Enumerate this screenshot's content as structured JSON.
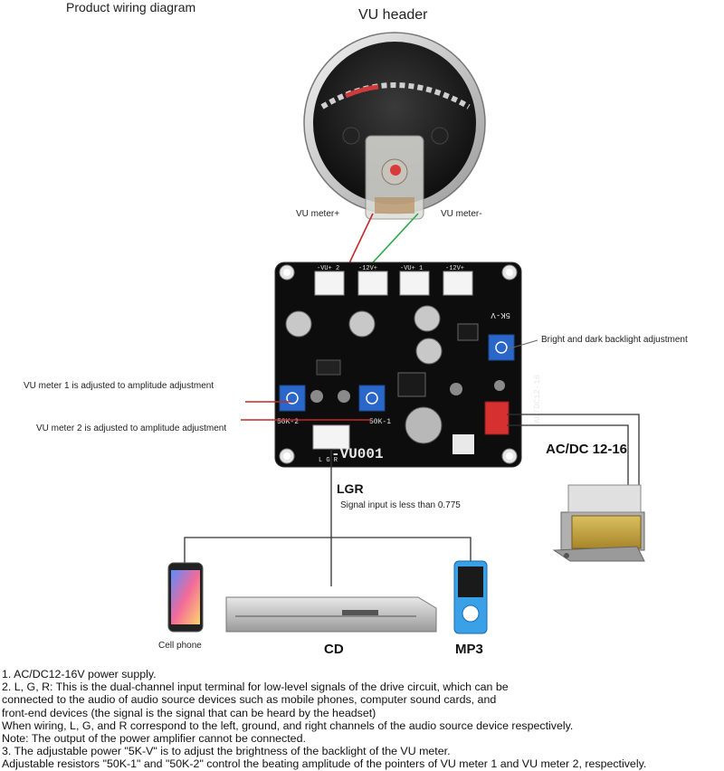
{
  "title": "Product wiring diagram",
  "vu_header": "VU header",
  "vu_plus": "VU meter+",
  "vu_minus": "VU meter-",
  "backlight_note": "Bright and dark backlight adjustment",
  "vu1_note": "VU meter 1 is adjusted to amplitude adjustment",
  "vu2_note": "VU meter 2 is adjusted to amplitude adjustment",
  "power_label": "AC/DC 12-16",
  "lgr_label": "LGR",
  "signal_note": "Signal input is less than 0.775",
  "cell_phone": "Cell phone",
  "cd": "CD",
  "mp3": "MP3",
  "board": {
    "name": "-VU001",
    "pot_5kv": "5K-V",
    "pot_50k1": "50K-1",
    "pot_50k2": "50K-2",
    "input_pins": "L G R",
    "power_text": "AC/DC12-16",
    "connectors": [
      "-VU+ 2",
      "-12V+",
      "-VU+ 1",
      "-12V+"
    ]
  },
  "notes": [
    "1. AC/DC12-16V power supply.",
    "2. L, G, R: This is the dual-channel input terminal for low-level signals of the drive circuit, which can be",
    "connected to the audio of audio source devices such as mobile phones, computer sound cards, and",
    "front-end devices (the signal is the signal that can be heard by the headset)",
    "When wiring, L, G, and R correspond to the left, ground, and right channels of the audio source device respectively.",
    "Note: The output of the power amplifier cannot be connected.",
    "3. The adjustable power \"5K-V\" is to adjust the brightness of the backlight of the VU meter.",
    "Adjustable resistors \"50K-1\" and \"50K-2\" control the beating amplitude of the pointers of VU meter 1 and VU meter 2, respectively."
  ],
  "colors": {
    "board": "#0d0d0d",
    "wire_red": "#c0282a",
    "wire_green": "#2da84a",
    "pot_blue": "#2a67c8",
    "wire_gray": "#333333"
  }
}
